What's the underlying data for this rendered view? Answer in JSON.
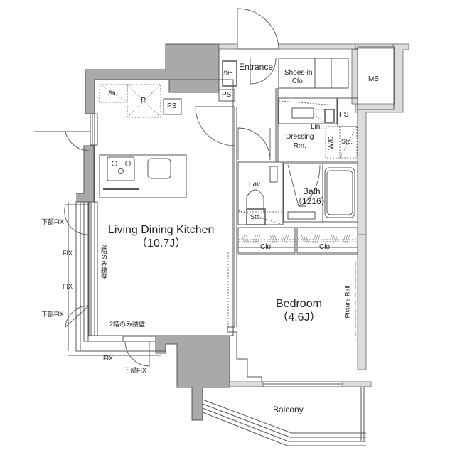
{
  "floorplan": {
    "colors": {
      "structural_wall": "#a9a9a9",
      "partition_wall": "#dcdcdc",
      "line": "#555555",
      "background": "#ffffff"
    },
    "rooms": {
      "ldk": {
        "name": "Living Dining Kitchen",
        "size": "（10.7J）"
      },
      "bedroom": {
        "name": "Bedroom",
        "size": "（4.6J）"
      },
      "bath": {
        "name": "Bath",
        "size": "（1216）"
      },
      "entrance": {
        "name": "Entrance"
      },
      "shoes_closet": {
        "line1": "Shoes-in",
        "line2": "Clo."
      },
      "dressing": {
        "line1": "Dressing",
        "line2": "Rm."
      },
      "lavatory": {
        "name": "Lav."
      },
      "balcony": {
        "name": "Balcony"
      },
      "mb": {
        "name": "MB"
      }
    },
    "fixtures": {
      "sto_kitchen": "Sto.",
      "refrigerator": "R",
      "ps_kitchen": "PS",
      "sto_entrance": "Sto.",
      "ps_entrance": "PS",
      "ps_dressing": "PS",
      "linen": "Lin.",
      "washer_dryer": "W/D",
      "sto_dressing": "Sto.",
      "sto_lav": "Sto.",
      "closet_left": "Clo.",
      "closet_right": "Clo.",
      "picture_rail": "Picture Rail"
    },
    "window_notes": {
      "lower_fix_1": "下部FIX",
      "fix_1": "FIX",
      "fix_2": "FIX",
      "lower_fix_2": "下部FIX",
      "fix_bottom": "FIX",
      "lower_fix_bottom": "下部FIX",
      "waist_wall_vertical": "2階のみ腰壁",
      "waist_wall_horizontal": "2階のみ腰壁"
    }
  }
}
